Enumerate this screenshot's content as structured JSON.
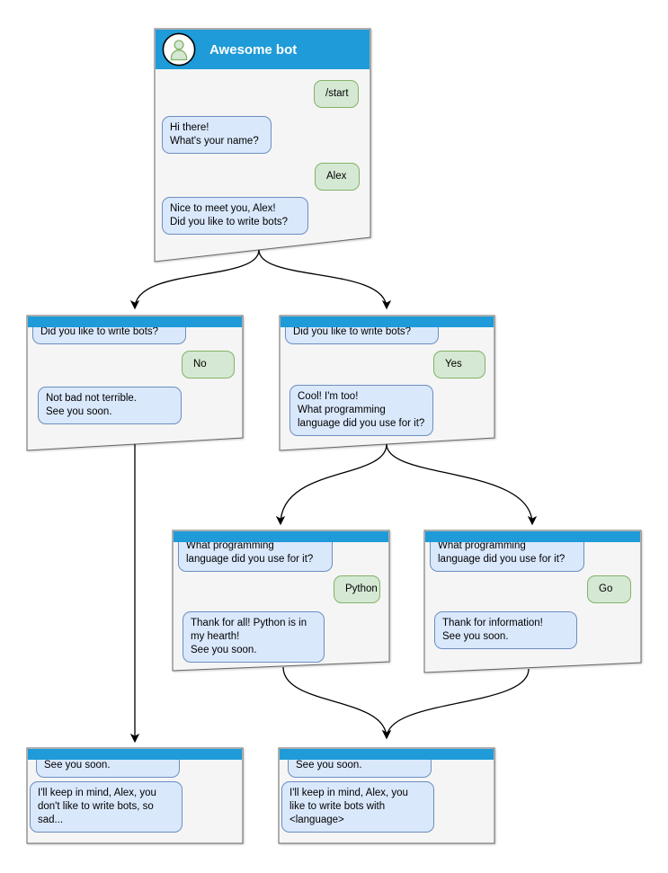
{
  "colors": {
    "header_blue": "#1E9BD8",
    "title_text": "#FFFFFF",
    "window_fill": "#F5F5F5",
    "window_border": "#666666",
    "bot_bubble_fill": "#DAE8FC",
    "bot_bubble_border": "#6C8EBF",
    "user_bubble_fill": "#D5E8D4",
    "user_bubble_border": "#82B366",
    "avatar_fill": "#D5E8D4",
    "avatar_stroke": "#82B366",
    "arrow": "#000000"
  },
  "windows": [
    {
      "id": "main",
      "title": "Awesome bot",
      "messages": [
        {
          "from": "user",
          "text": "/start"
        },
        {
          "from": "bot",
          "text": "Hi there!\nWhat's your name?"
        },
        {
          "from": "user",
          "text": "Alex"
        },
        {
          "from": "bot",
          "text": "Nice to meet you, Alex!\nDid you like to write bots?"
        }
      ]
    },
    {
      "id": "branch-no",
      "messages": [
        {
          "from": "bot",
          "text": "Did you like to write bots?"
        },
        {
          "from": "user",
          "text": "No"
        },
        {
          "from": "bot",
          "text": "Not bad not terrible.\nSee you soon."
        }
      ]
    },
    {
      "id": "branch-yes",
      "messages": [
        {
          "from": "bot",
          "text": "Did you like to write bots?"
        },
        {
          "from": "user",
          "text": "Yes"
        },
        {
          "from": "bot",
          "text": "Cool! I'm too!\nWhat programming\nlanguage did you use for it?"
        }
      ]
    },
    {
      "id": "branch-python",
      "messages": [
        {
          "from": "bot",
          "text": "What programming\nlanguage did you use for it?"
        },
        {
          "from": "user",
          "text": "Python"
        },
        {
          "from": "bot",
          "text": "Thank for all! Python is in\nmy hearth!\nSee you soon."
        }
      ]
    },
    {
      "id": "branch-go",
      "messages": [
        {
          "from": "bot",
          "text": "What programming\nlanguage did you use for it?"
        },
        {
          "from": "user",
          "text": "Go"
        },
        {
          "from": "bot",
          "text": "Thank for information!\nSee you soon."
        }
      ]
    },
    {
      "id": "end-no",
      "messages": [
        {
          "from": "bot",
          "text": "See you soon."
        },
        {
          "from": "bot",
          "text": "I'll keep in mind, Alex, you\ndon't like to write bots, so\nsad..."
        }
      ]
    },
    {
      "id": "end-yes",
      "messages": [
        {
          "from": "bot",
          "text": "See you soon."
        },
        {
          "from": "bot",
          "text": "I'll keep in mind, Alex, you\nlike to write bots with\n<language>"
        }
      ]
    }
  ]
}
